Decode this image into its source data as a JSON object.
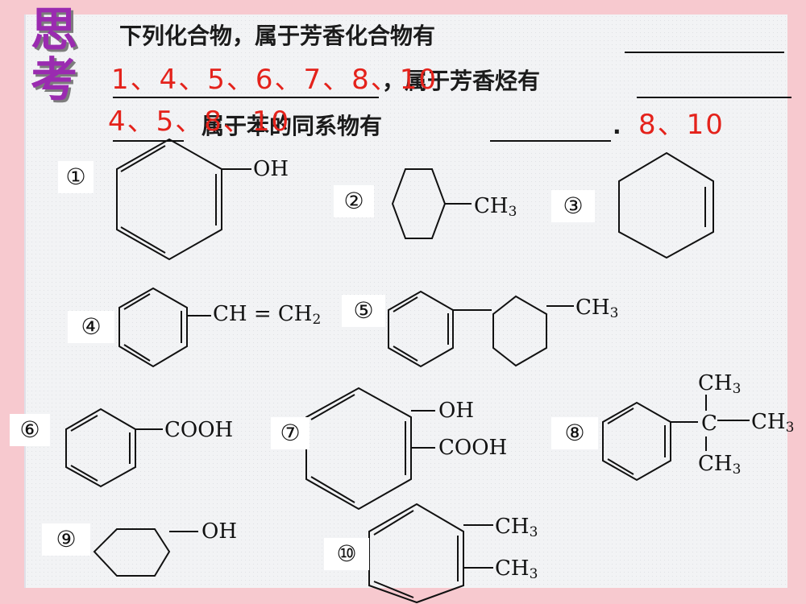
{
  "side_title": "思考",
  "question": {
    "part1": "下列化合物，属于芳香化合物有",
    "part2": "，属于芳香烃有",
    "part3": "属于苯的同系物有",
    "period": "."
  },
  "answers": {
    "aromatic_compounds": "1、4、5、6、7、8、10",
    "aromatic_hydrocarbons": "4、5、8、10",
    "benzene_homologs": "8、10"
  },
  "compounds": [
    {
      "label": "①",
      "groups": [
        "OH"
      ]
    },
    {
      "label": "②",
      "groups": [
        "CH3"
      ]
    },
    {
      "label": "③",
      "groups": []
    },
    {
      "label": "④",
      "groups": [
        "CH = CH2"
      ]
    },
    {
      "label": "⑤",
      "groups": [
        "CH3"
      ]
    },
    {
      "label": "⑥",
      "groups": [
        "COOH"
      ]
    },
    {
      "label": "⑦",
      "groups": [
        "OH",
        "COOH"
      ]
    },
    {
      "label": "⑧",
      "groups": [
        "CH3",
        "C",
        "CH3",
        "CH3"
      ]
    },
    {
      "label": "⑨",
      "groups": [
        "OH"
      ]
    },
    {
      "label": "⑩",
      "groups": [
        "CH3",
        "CH3"
      ]
    }
  ],
  "colors": {
    "title": "#9a2bb0",
    "answer": "#e4221b",
    "frame": "#f7c9cf",
    "slide": "#f2f3f5"
  }
}
